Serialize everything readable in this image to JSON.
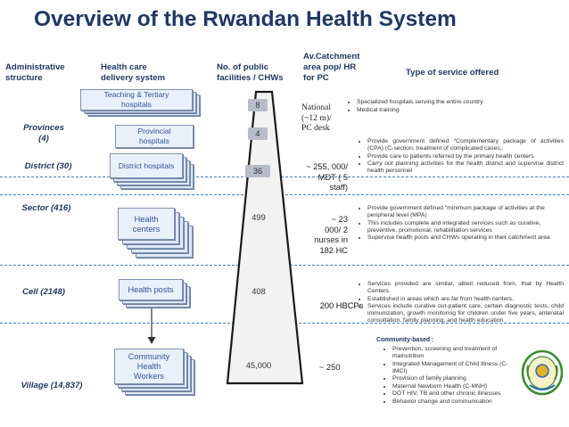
{
  "title": "Overview of the Rwandan Health System",
  "headers": {
    "admin": "Administrative\nstructure",
    "delivery": "Health care\ndelivery system",
    "facilities": "No. of public\nfacilities / CHWs",
    "catchment": "Av.Catchment\narea pop/ HR\nfor PC",
    "service": "Type of service offered"
  },
  "levels": {
    "provinces": "Provinces\n(4)",
    "district": "District (30)",
    "sector": "Sector (416)",
    "cell": "Cell (2148)",
    "village": "Village (14,837)"
  },
  "delivery": {
    "tertiary": "Teaching & Tertiary\nhospitals",
    "provincial": "Provincial\nhospitals",
    "district": "District hospitals",
    "centers": "Health\ncenters",
    "posts": "Health posts",
    "chw": "Community\nHealth\nWorkers"
  },
  "counts": {
    "tertiary": "8",
    "provincial": "4",
    "district": "36",
    "centers": "499",
    "posts": "408",
    "chw": "45,000",
    "hbcp": "200 HBCPs"
  },
  "catchment": {
    "national": "National\n(~12 m)/\nPC desk",
    "district": "~ 255, 000/\nMDT ( 5\nstaff)",
    "sector": "~ 23\n000/ 2\nnurses in\n182 HC",
    "village": "~ 250"
  },
  "services": {
    "tertiary": [
      "Specialized hospitals serving the entire country",
      "Medical training"
    ],
    "district": [
      "Provide government defined “Complementary package of activities (CPA) (C-section, treatment of complicated cases,.",
      "Provide care to patients referred by the primary health centers",
      "Carry out planning activities for the health district and supervise district health personnel"
    ],
    "sector": [
      "Provide government defined “minimum package of activities at the peripheral level (MPA)",
      "This includes complete and integrated services such as curative, preventive, promotional, rehabilitation services",
      "Supervise health posts and CHWs operating in their catchment area"
    ],
    "cell": [
      "Services provided are similar, albeit reduced from, that by Health Centers.",
      "Established in areas which are far from health centers,",
      "Services include curative out-patient care, certain diagnostic tests, child immunization, growth monitoring for children under five years, antenatal consultation, family planning, and health education"
    ],
    "community_heading": "Community-based :",
    "community": [
      "Prevention, screening and treatment of malnutrition",
      "Integrated Management of Child Illness (C-IMCI)",
      "Provision of family planning",
      "Maternal Newborn Health (C-MNH)",
      "DOT HIV, TB and other chronic illnesses",
      "Behavior change and communication"
    ]
  },
  "colors": {
    "title": "#1f3864",
    "card": "#dfe8f6",
    "card_text": "#2e5597",
    "dash": "#3f7fbf",
    "pyramid_fill": "#f2f2f2"
  },
  "emblem": "seal-icon"
}
